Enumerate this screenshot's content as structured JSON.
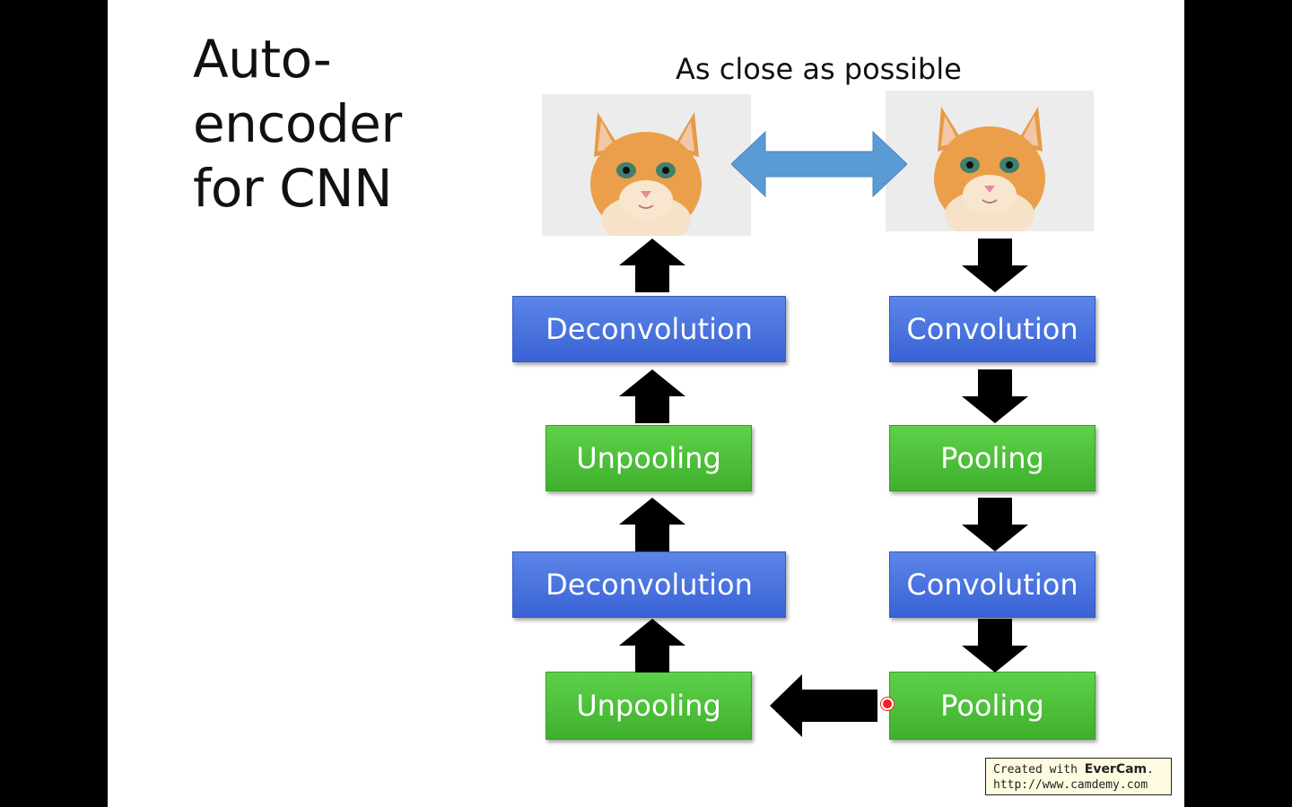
{
  "slide": {
    "title_lines": [
      "Auto-",
      "encoder",
      "for CNN"
    ],
    "caption": "As close as possible",
    "decoder": [
      {
        "label": "Deconvolution",
        "color": "#4472c4"
      },
      {
        "label": "Unpooling",
        "color": "#4caf3a"
      },
      {
        "label": "Deconvolution",
        "color": "#4472c4"
      },
      {
        "label": "Unpooling",
        "color": "#4caf3a"
      }
    ],
    "encoder": [
      {
        "label": "Convolution",
        "color": "#4472c4"
      },
      {
        "label": "Pooling",
        "color": "#4caf3a"
      },
      {
        "label": "Convolution",
        "color": "#4472c4"
      },
      {
        "label": "Pooling",
        "color": "#4caf3a"
      }
    ],
    "images": [
      "output-cat-image",
      "input-cat-image"
    ]
  },
  "watermark": {
    "prefix": "Created with",
    "brand": "EverCam",
    "url": "http://www.camdemy.com"
  }
}
